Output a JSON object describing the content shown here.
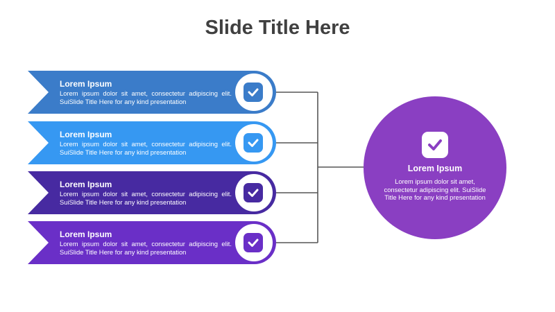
{
  "slide": {
    "title": "Slide Title Here"
  },
  "items": [
    {
      "heading": "Lorem Ipsum",
      "body": "Lorem ipsum dolor sit amet, consectetur adipiscing elit.  SuiSlide Title Here for any kind presentation",
      "icon": "check-square-icon",
      "color": "#3b7cc9"
    },
    {
      "heading": "Lorem Ipsum",
      "body": "Lorem ipsum dolor sit amet, consectetur adipiscing elit.  SuiSlide Title Here for any kind presentation",
      "icon": "check-square-icon",
      "color": "#3698f2"
    },
    {
      "heading": "Lorem Ipsum",
      "body": "Lorem ipsum dolor sit amet, consectetur adipiscing elit.  SuiSlide Title Here for any kind presentation",
      "icon": "check-square-icon",
      "color": "#472aa1"
    },
    {
      "heading": "Lorem Ipsum",
      "body": "Lorem ipsum dolor sit amet, consectetur adipiscing elit.  SuiSlide Title Here for any kind presentation",
      "icon": "check-square-icon",
      "color": "#6a2fc7"
    }
  ],
  "hub": {
    "heading": "Lorem Ipsum",
    "body": "Lorem ipsum dolor sit amet, consectetur adipiscing elit. SuiSlide Title Here for any kind presentation",
    "icon": "check-square-icon",
    "color": "#8a3fc2"
  },
  "colors": {
    "title": "#404040",
    "connector": "#555555"
  }
}
